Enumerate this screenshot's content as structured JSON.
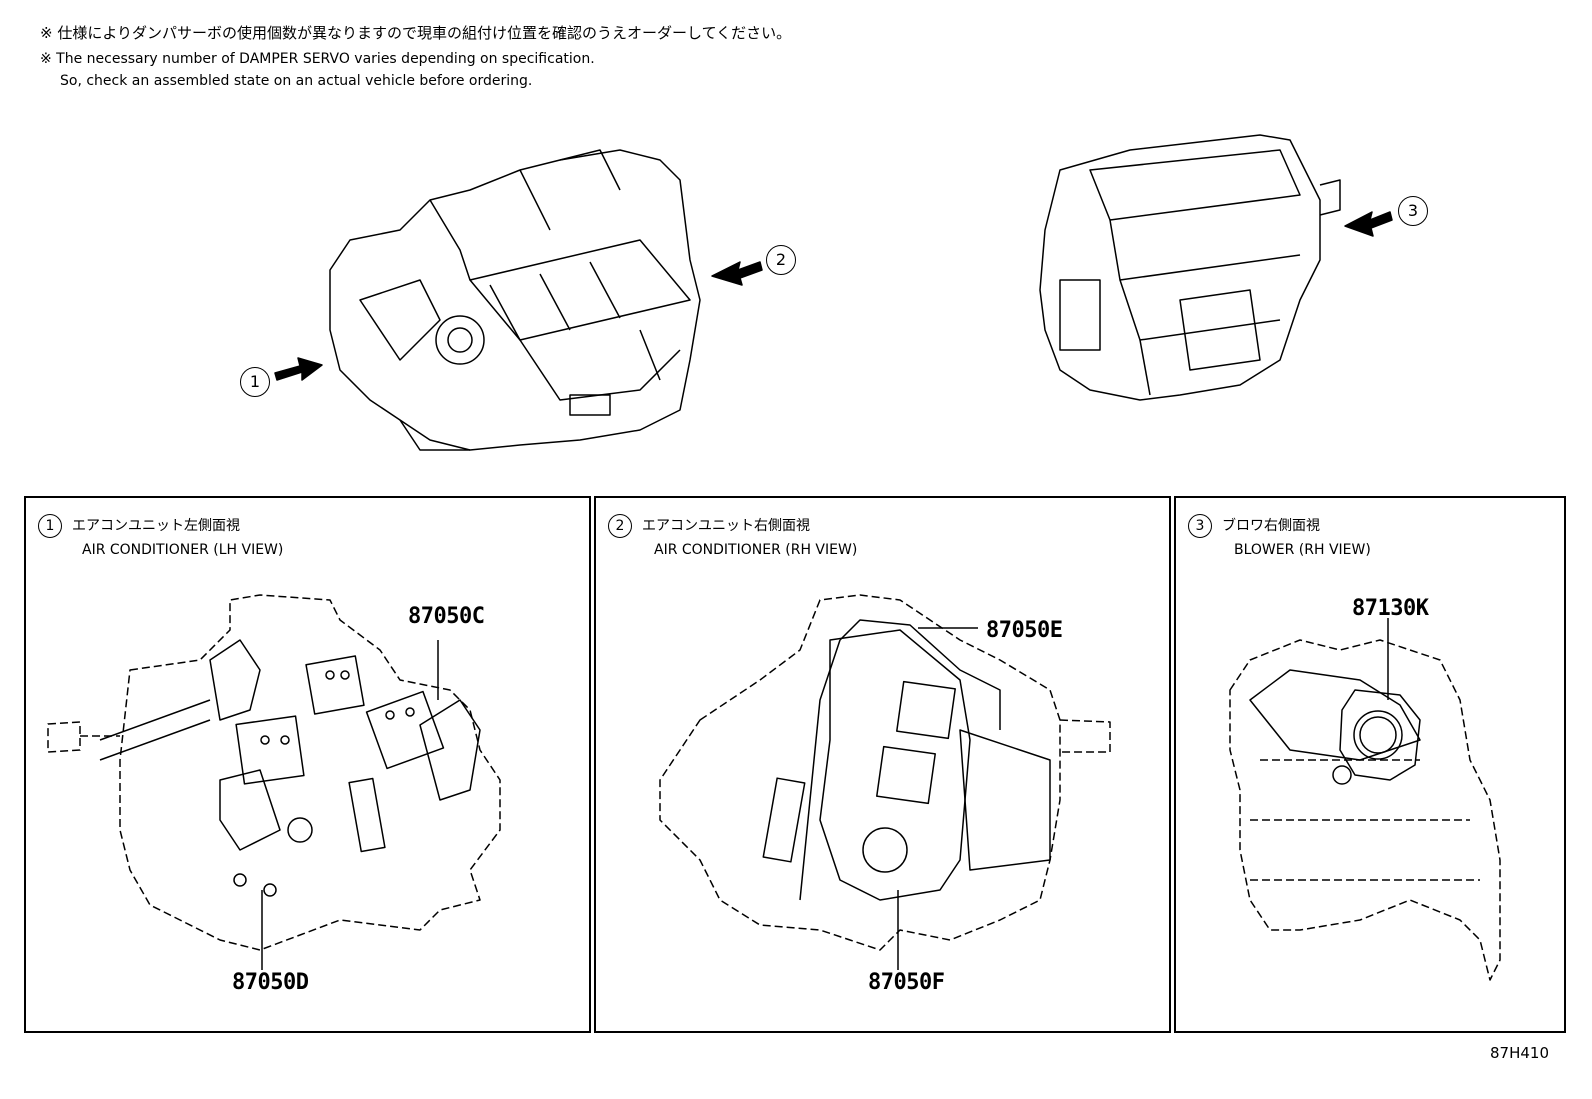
{
  "notes": {
    "jp": "※ 仕様によりダンパサーボの使用個数が異なりますので現車の組付け位置を確認のうえオーダーしてください。",
    "en_line1": "※ The necessary number of DAMPER SERVO varies depending on specification.",
    "en_line2": "So, check an assembled state on an actual vehicle before ordering."
  },
  "callouts": {
    "c1": "1",
    "c2": "2",
    "c3": "3"
  },
  "panels": [
    {
      "num": "1",
      "title_jp": "エアコンユニット左側面視",
      "title_en": "AIR CONDITIONER (LH VIEW)",
      "parts": [
        "87050C",
        "87050D"
      ]
    },
    {
      "num": "2",
      "title_jp": "エアコンユニット右側面視",
      "title_en": "AIR CONDITIONER (RH VIEW)",
      "parts": [
        "87050E",
        "87050F"
      ]
    },
    {
      "num": "3",
      "title_jp": "ブロワ右側面視",
      "title_en": "BLOWER (RH VIEW)",
      "parts": [
        "87130K"
      ]
    }
  ],
  "figure_code": "87H410"
}
